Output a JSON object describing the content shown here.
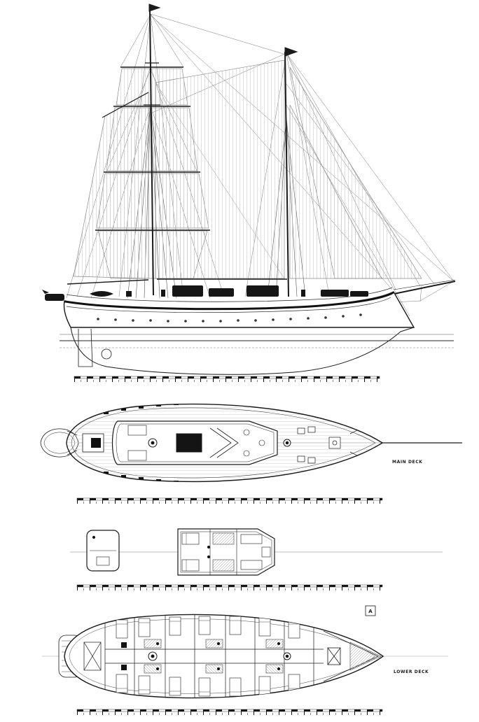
{
  "drawing": {
    "type": "naval-architecture-general-arrangement",
    "subject": "two-masted square-rigged sailing vessel"
  },
  "labels": {
    "main_deck": "MAIN DECK",
    "lower_deck": "LOWER DECK",
    "marker_a": "A"
  },
  "colors": {
    "ink": "#1a1a1a",
    "rigging_gray": "#777777",
    "hatch_gray": "#c9c9c9",
    "background": "#ffffff"
  }
}
